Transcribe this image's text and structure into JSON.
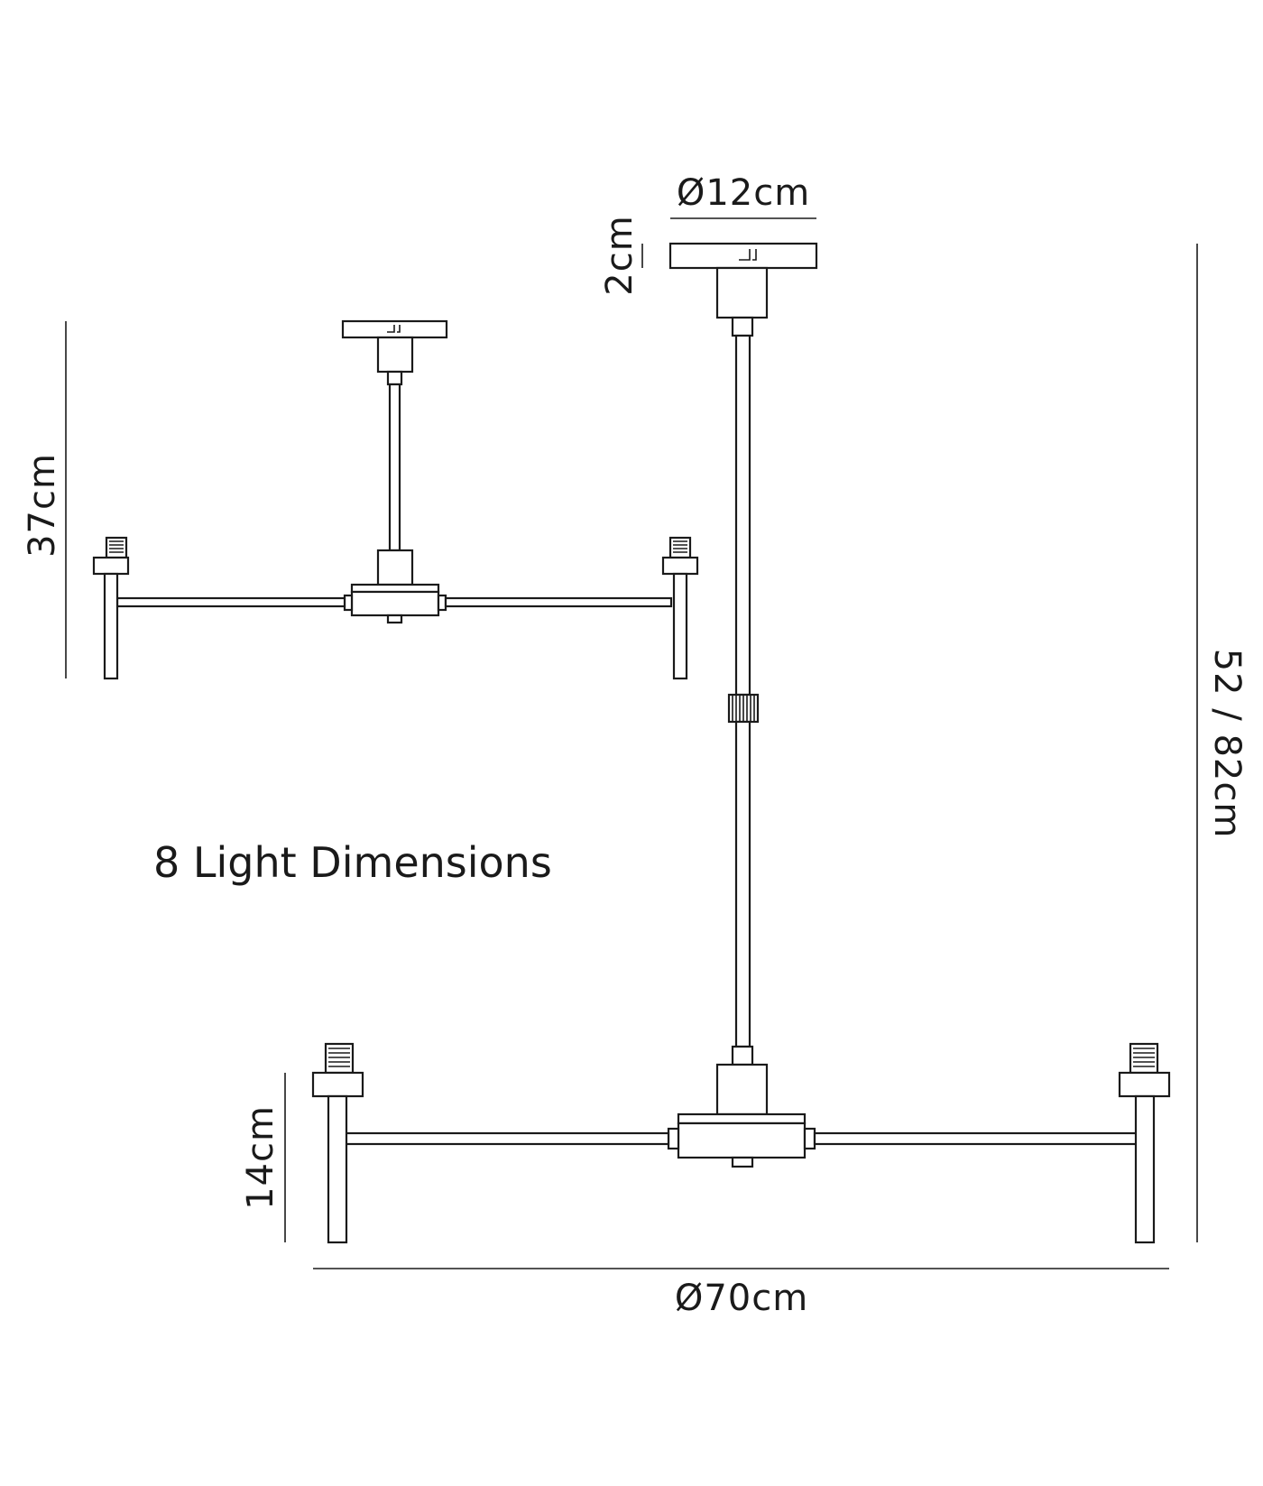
{
  "title": "8 Light Dimensions",
  "dimensions": {
    "ceiling_plate_diameter": "Ø12cm",
    "ceiling_plate_height": "2cm",
    "short_drop_height": "37cm",
    "adjustable_height": "52 / 82cm",
    "arm_height": "14cm",
    "overall_diameter": "Ø70cm"
  }
}
